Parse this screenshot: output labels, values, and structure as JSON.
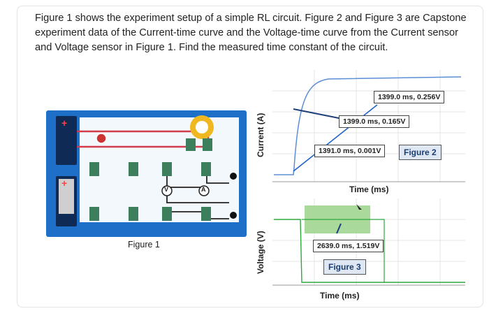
{
  "question_text": "Figure 1 shows the experiment setup of a simple RL circuit. Figure 2 and Figure 3 are Capstone experiment data of the Current-time curve and the Voltage-time curve from the Current sensor and Voltage sensor in Figure 1. Find the measured time constant of the circuit.",
  "figure1": {
    "caption": "Figure 1",
    "meter_v": "V",
    "meter_a": "A",
    "plus_top": "+",
    "plus_bottom": "+"
  },
  "figure2": {
    "caption": "Figure 2",
    "ylabel": "Current (A)",
    "xlabel": "Time (ms)",
    "callouts": [
      "1399.0 ms, 0.256V",
      "1399.0 ms, 0.165V",
      "1391.0 ms, 0.001V"
    ]
  },
  "figure3": {
    "caption": "Figure 3",
    "ylabel": "Voltage (V)",
    "xlabel": "Time (ms)",
    "callouts": [
      "2639.0 ms, 1.519V"
    ]
  },
  "colors": {
    "board": "#1d6fc8",
    "wire_red": "#d23b4b",
    "trace_blue": "#1e63c7",
    "trace_green": "#2ea83d",
    "highlight": "#9ad28a",
    "figbox_bg": "#dfe7f3"
  }
}
